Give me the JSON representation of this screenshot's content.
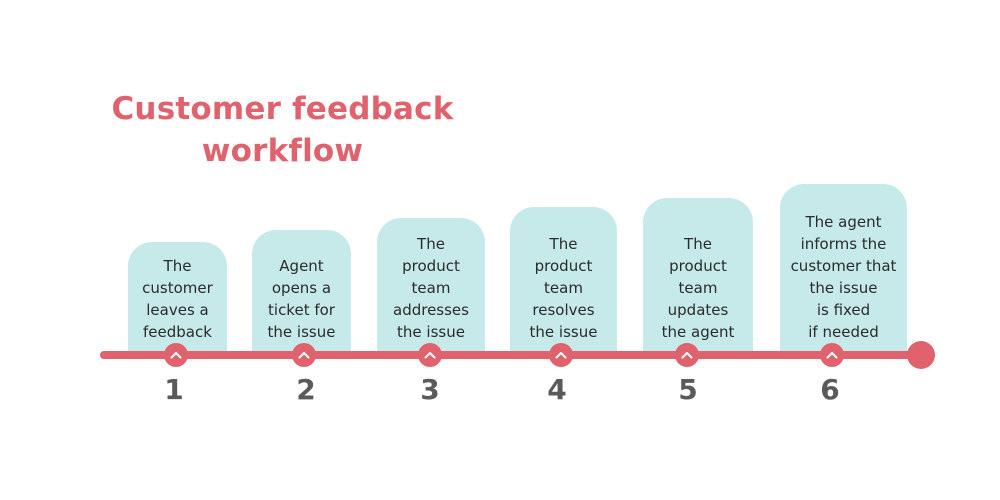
{
  "title": {
    "line1": "Customer feedback",
    "line2": "workflow"
  },
  "steps": [
    {
      "number": "1",
      "text": "The\ncustomer\nleaves a\nfeedback"
    },
    {
      "number": "2",
      "text": "Agent\nopens a\nticket for\nthe issue"
    },
    {
      "number": "3",
      "text": "The\nproduct\nteam\naddresses\nthe issue"
    },
    {
      "number": "4",
      "text": "The\nproduct\nteam\nresolves\nthe issue"
    },
    {
      "number": "5",
      "text": "The\nproduct\nteam\nupdates\nthe agent"
    },
    {
      "number": "6",
      "text": "The agent\ninforms the\ncustomer that\nthe issue\nis fixed\nif needed"
    }
  ],
  "icons": {
    "step_marker": "chevron-up-icon",
    "timeline_end": "end-dot"
  },
  "colors": {
    "accent": "#e0626d",
    "card": "#c6e9ea",
    "number": "#5a5a5a",
    "text": "#2b2b2b"
  }
}
